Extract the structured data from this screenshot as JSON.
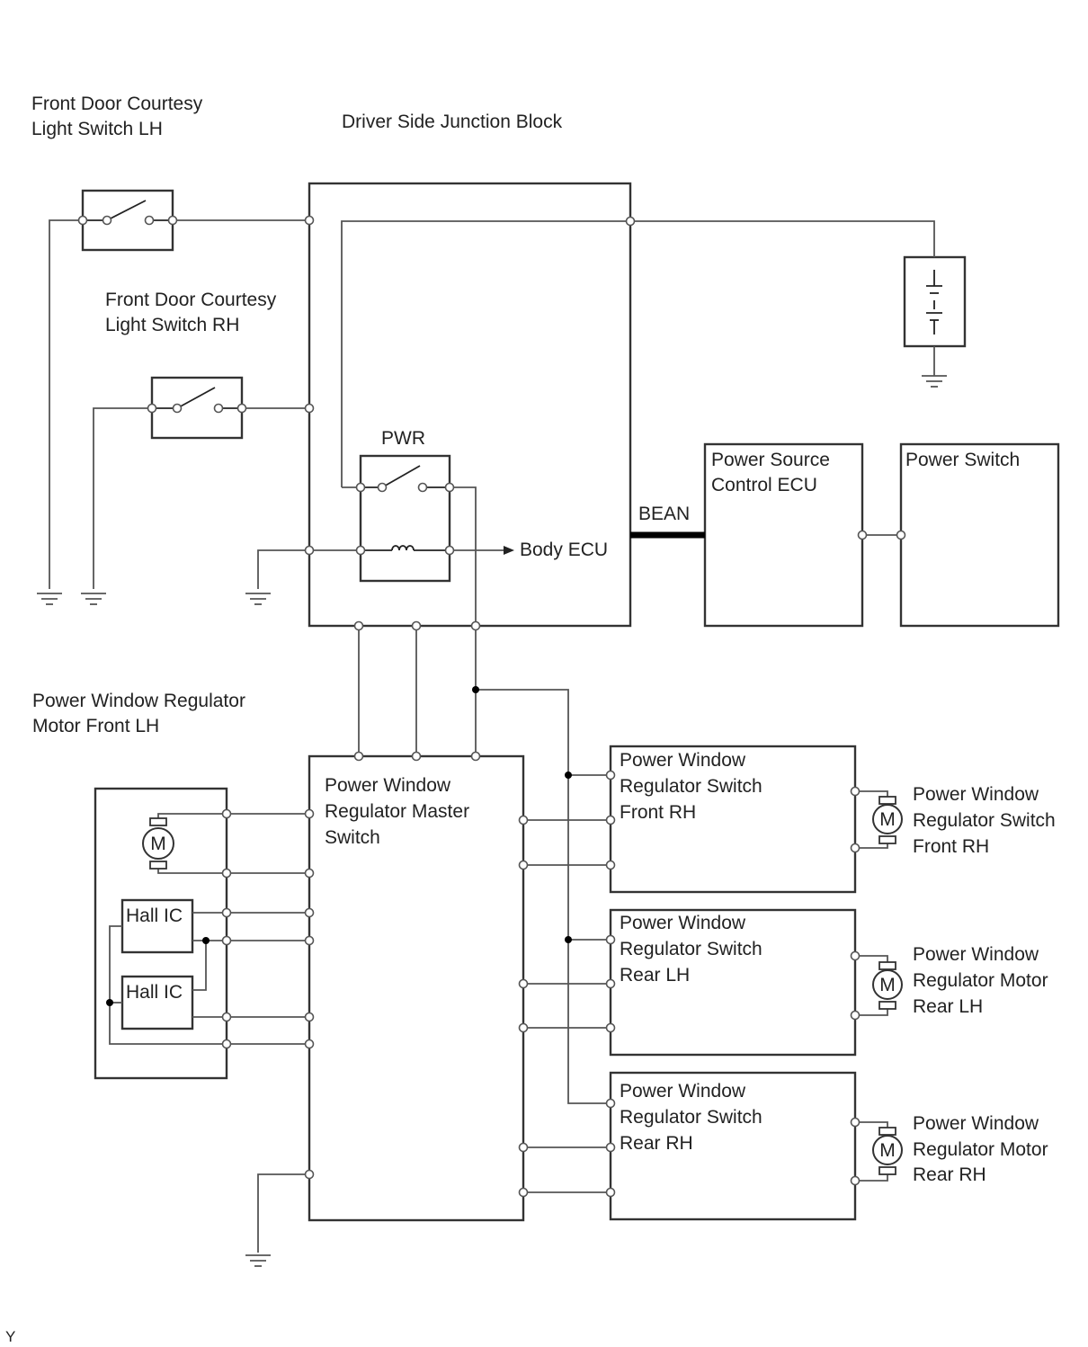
{
  "diagram": {
    "labels": {
      "courtesy_lh": [
        "Front Door Courtesy",
        "Light Switch LH"
      ],
      "junction_block": "Driver Side Junction Block",
      "courtesy_rh": [
        "Front Door Courtesy",
        "Light Switch RH"
      ],
      "pwr_relay": "PWR",
      "body_ecu": "Body ECU",
      "bean": "BEAN",
      "power_source_ecu": [
        "Power Source",
        "Control ECU"
      ],
      "power_switch": "Power Switch",
      "motor_front_lh": [
        "Power Window Regulator",
        "Motor Front LH"
      ],
      "master_switch": [
        "Power Window",
        "Regulator Master",
        "Switch"
      ],
      "switch_front_rh": [
        "Power Window",
        "Regulator Switch",
        "Front RH"
      ],
      "motor_front_rh": [
        "Power Window",
        "Regulator Switch",
        "Front RH"
      ],
      "switch_rear_lh": [
        "Power Window",
        "Regulator Switch",
        "Rear LH"
      ],
      "motor_rear_lh": [
        "Power Window",
        "Regulator Motor",
        "Rear LH"
      ],
      "switch_rear_rh": [
        "Power Window",
        "Regulator Switch",
        "Rear RH"
      ],
      "motor_rear_rh": [
        "Power Window",
        "Regulator Motor",
        "Rear RH"
      ],
      "hall_ic_1": "Hall IC",
      "hall_ic_2": "Hall IC",
      "motor_symbol": "M",
      "corner_code": "Y"
    }
  }
}
